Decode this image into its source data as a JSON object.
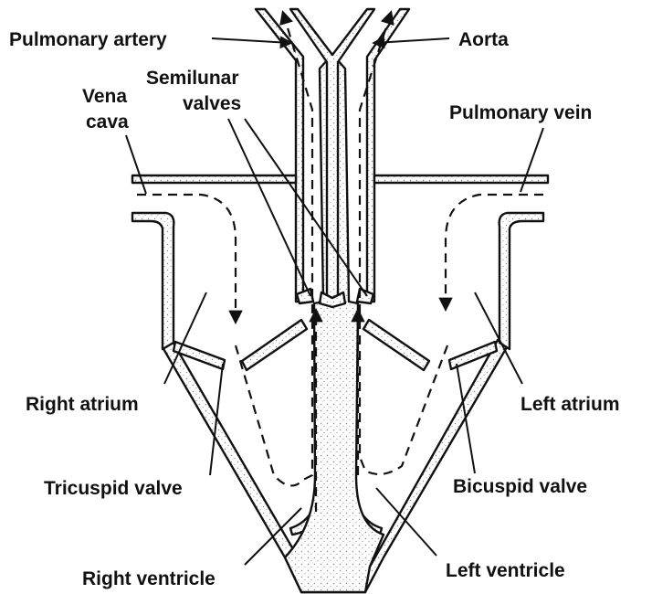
{
  "labels": {
    "pulmonary_artery": "Pulmonary artery",
    "aorta": "Aorta",
    "semilunar_line1": "Semilunar",
    "semilunar_line2": "valves",
    "vena_cava_line1": "Vena",
    "vena_cava_line2": "cava",
    "pulmonary_vein": "Pulmonary vein",
    "right_atrium": "Right atrium",
    "left_atrium": "Left atrium",
    "tricuspid_valve": "Tricuspid valve",
    "bicuspid_valve": "Bicuspid valve",
    "right_ventricle": "Right ventricle",
    "left_ventricle": "Left ventricle"
  },
  "colors": {
    "line": "#111111",
    "stipple": "#9a9a9a",
    "background": "#ffffff"
  }
}
